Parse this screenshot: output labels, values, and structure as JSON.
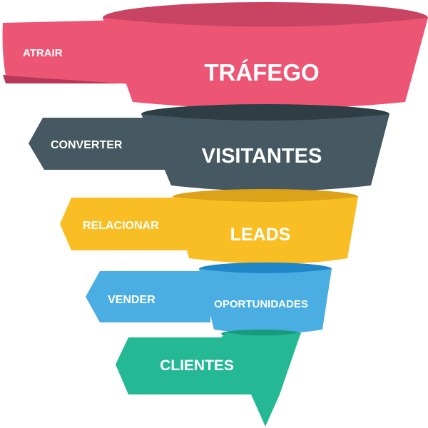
{
  "funnel": {
    "stages": [
      {
        "action": "ATRAIR",
        "stage": "TRÁFEGO",
        "color": "#ED5575",
        "rim": "#C94463",
        "tip": "#B83857"
      },
      {
        "action": "CONVERTER",
        "stage": "VISITANTES",
        "color": "#465861",
        "rim": "#2F3D44",
        "tip": "#2C393F"
      },
      {
        "action": "RELACIONAR",
        "stage": "LEADS",
        "color": "#F8BE23",
        "rim": "#DCA21A",
        "tip": "#C98E14"
      },
      {
        "action": "VENDER",
        "stage": "OPORTUNIDADES",
        "color": "#4AAEE3",
        "rim": "#1F86C7",
        "tip": "#2A7FB8"
      },
      {
        "action": "",
        "stage": "CLIENTES",
        "color": "#24B895",
        "rim": "#1A9A7C",
        "tip": "#1A9A7C"
      }
    ]
  }
}
